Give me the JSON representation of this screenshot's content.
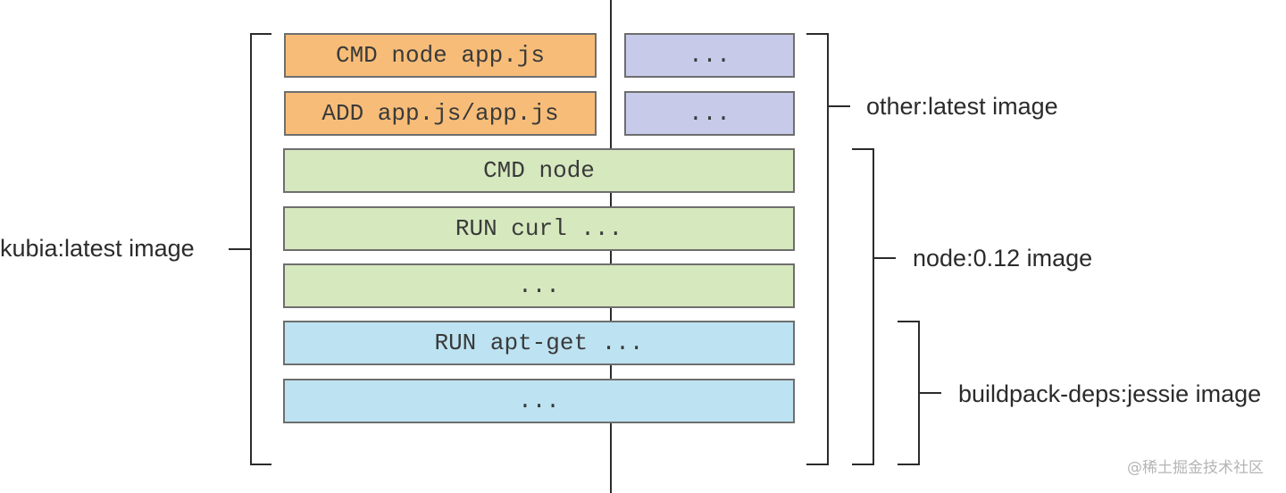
{
  "layers": {
    "orange": [
      "CMD node app.js",
      "ADD app.js/app.js"
    ],
    "purple": [
      "...",
      "..."
    ],
    "green": [
      "CMD node",
      "RUN curl ...",
      "..."
    ],
    "blue": [
      "RUN apt-get ...",
      "..."
    ]
  },
  "labels": {
    "kubia": "kubia:latest image",
    "other": "other:latest image",
    "node": "node:0.12 image",
    "buildpack": "buildpack-deps:jessie image"
  },
  "watermark": "@稀土掘金技术社区",
  "colors": {
    "orange": "#f7bd78",
    "purple": "#c7cbe9",
    "green": "#d6e8be",
    "blue": "#bde3f2",
    "line": "#2b2b2b"
  }
}
